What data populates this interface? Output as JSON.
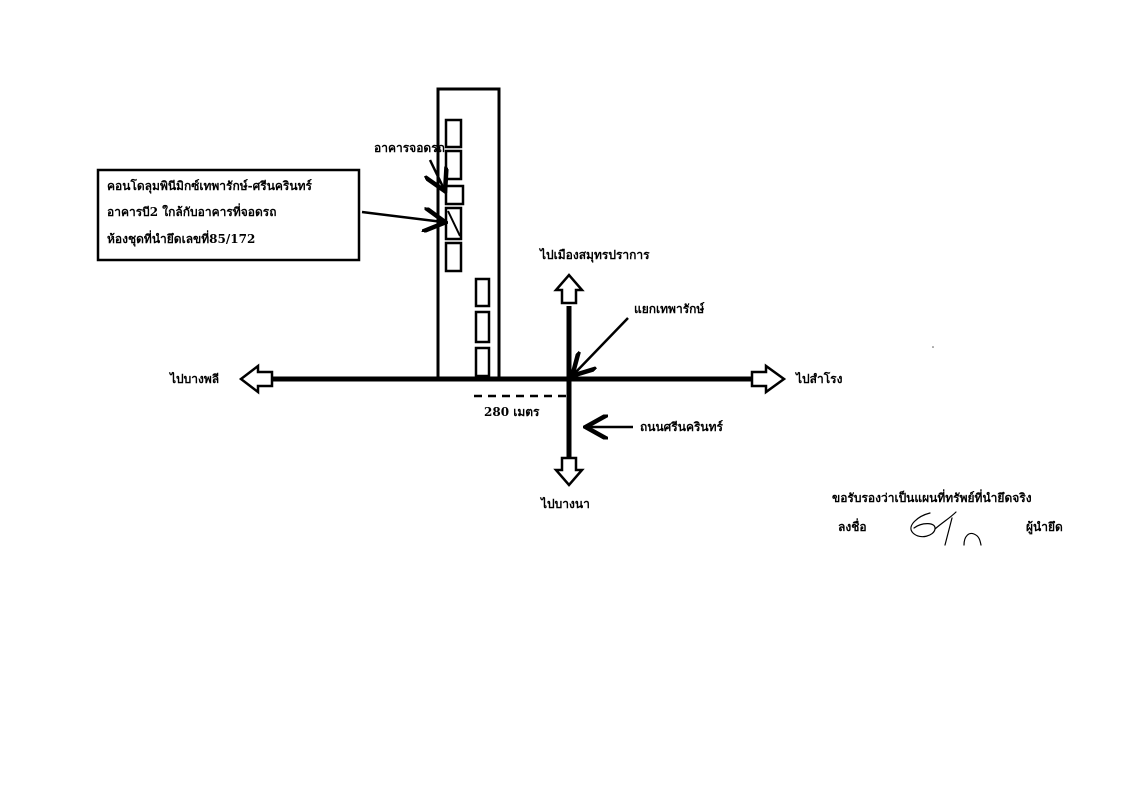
{
  "map": {
    "parking_building_label": "อาคารจอดรถ",
    "info_box": {
      "line1": "คอนโดลุมพินีมิกซ์เทพารักษ์-ศรีนครินทร์",
      "line2": "อาคารบี2 ใกล้กับอาคารที่จอดรถ",
      "line3": "ห้องชุดที่นำยึดเลขที่85/172"
    },
    "north_destination": "ไปเมืองสมุทรปราการ",
    "intersection_label": "แยกเทพารักษ์",
    "west_destination": "ไปบางพลี",
    "east_destination": "ไปสำโรง",
    "distance_label": "280 เมตร",
    "road_name": "ถนนศรีนครินทร์",
    "south_destination": "ไปบางนา",
    "certification": {
      "statement": "ขอรับรองว่าเป็นแผนที่ทรัพย์ที่นำยึดจริง",
      "sign_label": "ลงชื่อ",
      "role_label": "ผู้นำยึด"
    }
  }
}
